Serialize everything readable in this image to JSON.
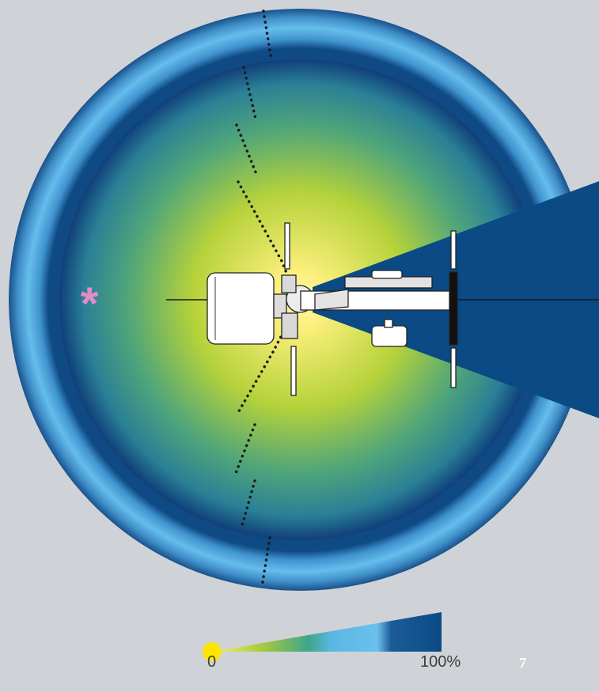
{
  "scale": {
    "min_label": "0",
    "max_label": "100%"
  },
  "page_number": "7",
  "marker_symbol": "*",
  "colors": {
    "background": "#cfd3d7",
    "center_yellow": "#fdf08a",
    "inner_green": "#a8c93c",
    "inner_teal": "#2f8c8e",
    "outer_light_blue": "#62b8e8",
    "outer_dark_blue": "#0d3f7a",
    "blind_wedge": "#0b4a85",
    "marker_pink": "#e58bc6",
    "scale_dot": "#ffe600"
  }
}
